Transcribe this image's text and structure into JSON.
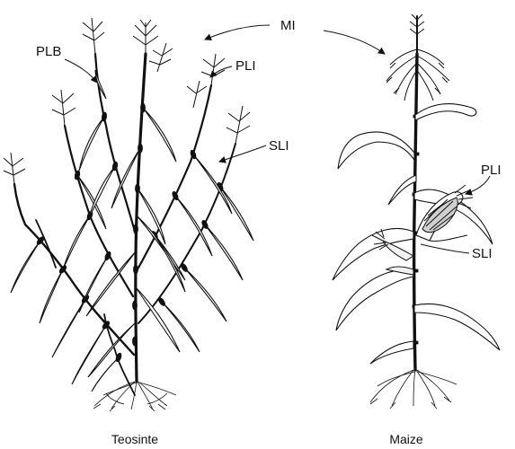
{
  "labels": {
    "mi": "MI",
    "plb": "PLB",
    "pli_teosinte": "PLI",
    "sli_teosinte": "SLI",
    "pli_maize": "PLI",
    "sli_maize": "SLI"
  },
  "captions": {
    "teosinte": "Teosinte",
    "maize": "Maize"
  }
}
